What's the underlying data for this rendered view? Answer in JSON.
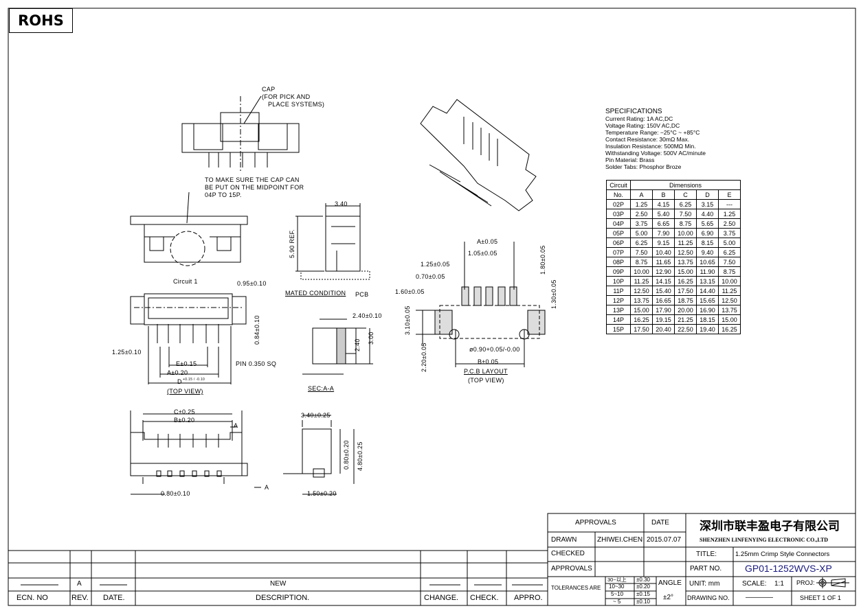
{
  "badge": "ROHS",
  "notes": {
    "cap": [
      "CAP",
      "(FOR PICK AND",
      "PLACE SYSTEMS)"
    ],
    "midpoint": [
      "TO MAKE SURE THE CAP CAN",
      "BE PUT ON THE MIDPOINT FOR",
      "04P TO 15P."
    ]
  },
  "mated": {
    "width": "3.40",
    "height": "5.90 REF.",
    "caption": "MATED CONDITION",
    "pcb": "PCB"
  },
  "top_view": {
    "circuit1": "Circuit 1",
    "pitch_offset": "0.95±0.10",
    "row_offset": "0.84±0.10",
    "pitch": "1.25±0.10",
    "e_dim": "E±0.15",
    "pin": "PIN 0.350 SQ",
    "a_dim": "A±0.20",
    "d_dim": "D",
    "d_tol": "+0.15 / -0.10",
    "caption": "(TOP VIEW)"
  },
  "section": {
    "width": "2.40±0.10",
    "h1": "2.40",
    "h2": "3.00",
    "caption": "SEC:A-A"
  },
  "pcb_layout": {
    "a_dim": "A±0.05",
    "d1": "1.05±0.05",
    "d2": "1.25±0.05",
    "d3": "0.70±0.05",
    "d4": "1.60±0.05",
    "v1": "1.80±0.05",
    "v2": "1.30±0.05",
    "v3": "3.10±0.05",
    "v4": "2.20±0.05",
    "hole": "ø0.90+0.05/-0.00",
    "b_dim": "B±0.05",
    "caption": "P.C.B LAYOUT",
    "sub": "(TOP VIEW)"
  },
  "bottom_view": {
    "c_dim": "C±0.25",
    "b_dim": "B±0.20",
    "sec_mark": "A",
    "pitch": "0.80±0.10"
  },
  "side_view": {
    "width": "3.40±0.25",
    "v1": "0.80±0.20",
    "v2": "4.80±0.25",
    "foot": "1.50±0.20"
  },
  "specifications": {
    "title": "SPECIFICATIONS",
    "lines": [
      "Current Rating: 1A AC,DC",
      "Voltage Rating: 150V AC,DC",
      "Temperature Range: −25°C ~ +85°C",
      "Contact Resistance: 30mΩ Max.",
      "Insulation Resistance: 500MΩ Min.",
      "Withstanding Voltage: 500V AC/minute",
      "Pin Material: Brass",
      "Solder Tabs: Phosphor Broze"
    ]
  },
  "dimension_table": {
    "header1": [
      "Circuit",
      "Dimensions"
    ],
    "header2": [
      "No.",
      "A",
      "B",
      "C",
      "D",
      "E"
    ],
    "rows": [
      [
        "02P",
        "1.25",
        "4.15",
        "6.25",
        "3.15",
        "---"
      ],
      [
        "03P",
        "2.50",
        "5.40",
        "7.50",
        "4.40",
        "1.25"
      ],
      [
        "04P",
        "3.75",
        "6.65",
        "8.75",
        "5.65",
        "2.50"
      ],
      [
        "05P",
        "5.00",
        "7.90",
        "10.00",
        "6.90",
        "3.75"
      ],
      [
        "06P",
        "6.25",
        "9.15",
        "11.25",
        "8.15",
        "5.00"
      ],
      [
        "07P",
        "7.50",
        "10.40",
        "12.50",
        "9.40",
        "6.25"
      ],
      [
        "08P",
        "8.75",
        "11.65",
        "13.75",
        "10.65",
        "7.50"
      ],
      [
        "09P",
        "10.00",
        "12.90",
        "15.00",
        "11.90",
        "8.75"
      ],
      [
        "10P",
        "11.25",
        "14.15",
        "16.25",
        "13.15",
        "10.00"
      ],
      [
        "11P",
        "12.50",
        "15.40",
        "17.50",
        "14.40",
        "11.25"
      ],
      [
        "12P",
        "13.75",
        "16.65",
        "18.75",
        "15.65",
        "12.50"
      ],
      [
        "13P",
        "15.00",
        "17.90",
        "20.00",
        "16.90",
        "13.75"
      ],
      [
        "14P",
        "16.25",
        "19.15",
        "21.25",
        "18.15",
        "15.00"
      ],
      [
        "15P",
        "17.50",
        "20.40",
        "22.50",
        "19.40",
        "16.25"
      ]
    ]
  },
  "revision_block": {
    "rev": "A",
    "description": "NEW",
    "headers": [
      "ECN. NO",
      "REV.",
      "DATE.",
      "DESCRIPTION.",
      "CHANGE.",
      "CHECK.",
      "APPRO."
    ]
  },
  "title_block": {
    "approvals": "APPROVALS",
    "date": "DATE",
    "drawn_label": "DRAWN",
    "drawn_by": "ZHIWEI.CHEN",
    "drawn_date": "2015.07.07",
    "checked_label": "CHECKED",
    "approvals_label": "APPROVALS",
    "tolerances_label": "TOLERANCES ARE",
    "tolerances": [
      [
        "30~以上",
        "±0.30"
      ],
      [
        "10~30",
        "±0.20"
      ],
      [
        "5~10",
        "±0.15"
      ],
      [
        "~ 5",
        "±0.10"
      ]
    ],
    "angle_label": "ANGLE",
    "angle_value": "±2°",
    "company_cn": "深圳市联丰盈电子有限公司",
    "company_en": "SHENZHEN LINFENYING ELECTRONIC CO.,LTD",
    "title_label": "TITLE:",
    "title_value": "1.25mm Crimp Style Connectors",
    "part_label": "PART NO.",
    "part_value": "GP01-1252WVS-XP",
    "unit": "UNIT: mm",
    "scale_label": "SCALE:",
    "scale_value": "1:1",
    "proj": "PROJ:",
    "drawing_no_label": "DRAWING NO.",
    "drawing_no_value": "————",
    "sheet": "SHEET 1 OF 1"
  }
}
